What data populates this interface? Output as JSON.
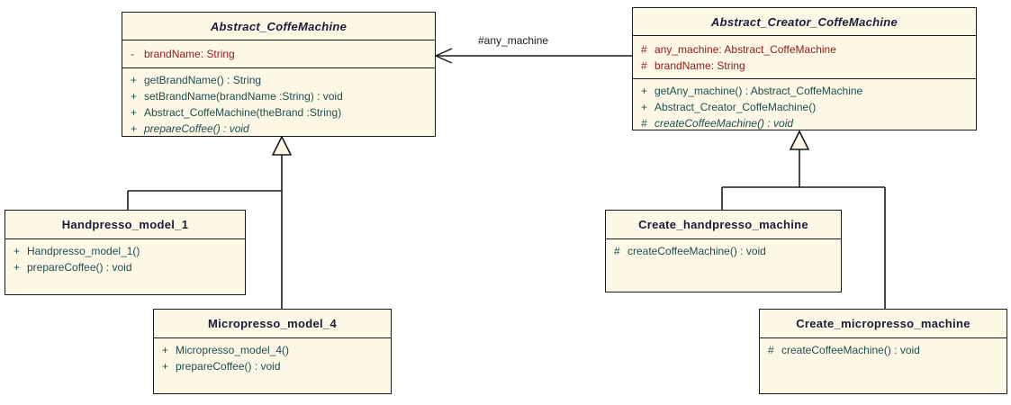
{
  "diagram": {
    "type": "uml-class-diagram",
    "association_label": "#any_machine"
  },
  "colors": {
    "box_fill": "#FDF8E6",
    "box_border": "#1A1A1A",
    "title_color": "#1B1B3A",
    "attribute_color": "#8F1A1A",
    "operation_color": "#1D4E4E"
  },
  "classes": [
    {
      "name": "Abstract_CoffeMachine",
      "abstract": true,
      "attributes": [
        {
          "vis": "-",
          "text": "brandName: String"
        }
      ],
      "operations": [
        {
          "vis": "+",
          "text": "getBrandName() : String"
        },
        {
          "vis": "+",
          "text": "setBrandName(brandName :String) : void"
        },
        {
          "vis": "+",
          "text": "Abstract_CoffeMachine(theBrand :String)"
        },
        {
          "vis": "+",
          "text": "prepareCoffee() : void",
          "abstract": true
        }
      ]
    },
    {
      "name": "Abstract_Creator_CoffeMachine",
      "abstract": true,
      "attributes": [
        {
          "vis": "#",
          "text": "any_machine: Abstract_CoffeMachine"
        },
        {
          "vis": "#",
          "text": "brandName: String"
        }
      ],
      "operations": [
        {
          "vis": "+",
          "text": "getAny_machine() : Abstract_CoffeMachine"
        },
        {
          "vis": "+",
          "text": "Abstract_Creator_CoffeMachine()"
        },
        {
          "vis": "#",
          "text": "createCoffeeMachine() : void",
          "abstract": true
        }
      ]
    },
    {
      "name": "Handpresso_model_1",
      "abstract": false,
      "attributes": [],
      "operations": [
        {
          "vis": "+",
          "text": "Handpresso_model_1()"
        },
        {
          "vis": "+",
          "text": "prepareCoffee() : void"
        }
      ]
    },
    {
      "name": "Micropresso_model_4",
      "abstract": false,
      "attributes": [],
      "operations": [
        {
          "vis": "+",
          "text": "Micropresso_model_4()"
        },
        {
          "vis": "+",
          "text": "prepareCoffee() : void"
        }
      ]
    },
    {
      "name": "Create_handpresso_machine",
      "abstract": false,
      "attributes": [],
      "operations": [
        {
          "vis": "#",
          "text": "createCoffeeMachine() : void"
        }
      ]
    },
    {
      "name": "Create_micropresso_machine",
      "abstract": false,
      "attributes": [],
      "operations": [
        {
          "vis": "#",
          "text": "createCoffeeMachine() : void"
        }
      ]
    }
  ],
  "relationships": [
    {
      "type": "association",
      "from": "Abstract_Creator_CoffeMachine",
      "to": "Abstract_CoffeMachine",
      "label": "#any_machine"
    },
    {
      "type": "generalization",
      "from": "Handpresso_model_1",
      "to": "Abstract_CoffeMachine"
    },
    {
      "type": "generalization",
      "from": "Micropresso_model_4",
      "to": "Abstract_CoffeMachine"
    },
    {
      "type": "generalization",
      "from": "Create_handpresso_machine",
      "to": "Abstract_Creator_CoffeMachine"
    },
    {
      "type": "generalization",
      "from": "Create_micropresso_machine",
      "to": "Abstract_Creator_CoffeMachine"
    }
  ]
}
